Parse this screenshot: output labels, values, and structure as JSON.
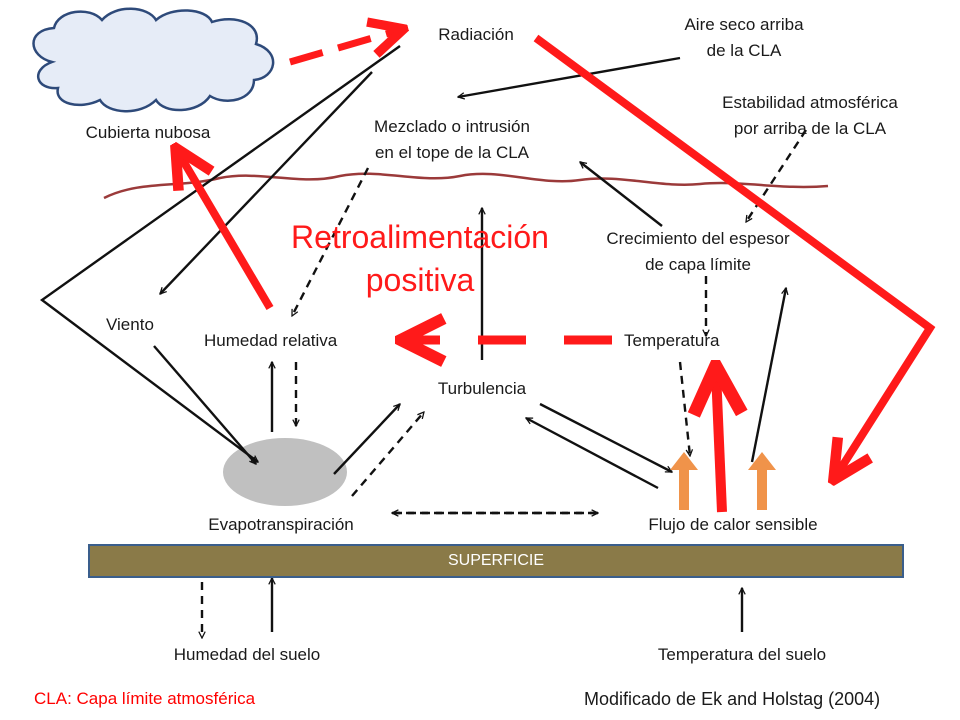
{
  "labels": {
    "radiacion": "Radiación",
    "aire_seco_1": "Aire seco arriba",
    "aire_seco_2": "de la CLA",
    "estabilidad_1": "Estabilidad atmosférica",
    "estabilidad_2": "por arriba de la CLA",
    "cubierta": "Cubierta nubosa",
    "mezclado_1": "Mezclado o intrusión",
    "mezclado_2": "en el tope de la CLA",
    "crecimiento_1": "Crecimiento del espesor",
    "crecimiento_2": "de capa límite",
    "viento": "Viento",
    "humedad_relativa": "Humedad relativa",
    "temperatura": "Temperatura",
    "turbulencia": "Turbulencia",
    "evapotranspiracion": "Evapotranspiración",
    "flujo_calor": "Flujo de calor sensible",
    "superficie": "SUPERFICIE",
    "humedad_suelo": "Humedad del suelo",
    "temperatura_suelo": "Temperatura del suelo"
  },
  "feedback": {
    "line1": "Retroalimentación",
    "line2": "positiva"
  },
  "footer": {
    "acronym": "CLA: Capa límite atmosférica",
    "source": "Modificado de Ek and Holstag (2004)"
  },
  "colors": {
    "feedback_red": "#ff1a1a",
    "black_arrow": "#111111",
    "boundary_layer_line": "#9b3a3a",
    "surface_fill": "#8a7a48",
    "surface_border": "#3a5e8c",
    "heat_flux_orange": "#f0934a",
    "evapotranspiration_ellipse": "#c0c0c0",
    "cloud_fill": "#e6ecf7",
    "cloud_stroke": "#2e4a7a"
  }
}
